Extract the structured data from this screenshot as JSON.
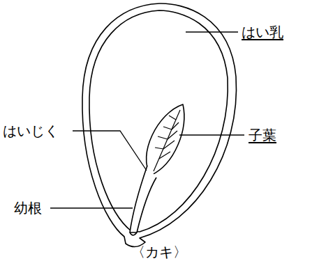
{
  "diagram": {
    "caption": "〈カキ〉",
    "labels": [
      "はい乳",
      "子葉",
      "はいじく",
      "幼根"
    ]
  }
}
